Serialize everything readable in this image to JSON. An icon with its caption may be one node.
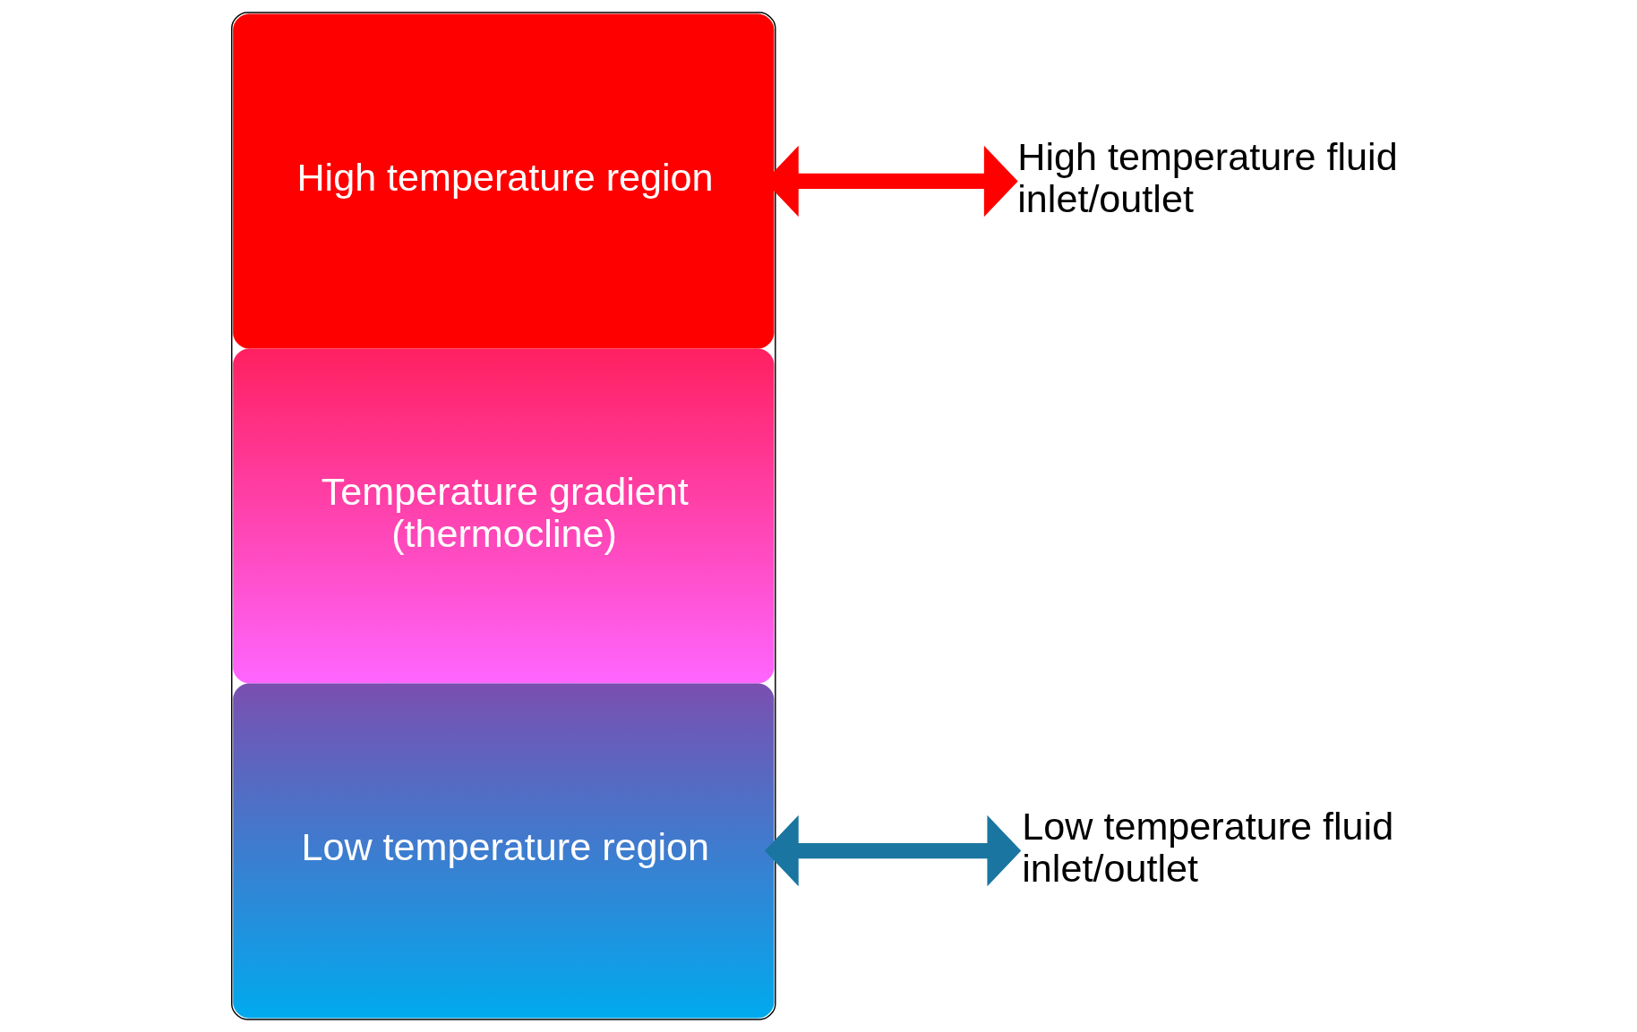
{
  "diagram": {
    "nodes": [
      {
        "text": [
          "High temperature region",
          "Temperature gradient (thermocline)",
          "Low temperature region"
        ]
      },
      {
        "text": [
          "High temperature fluid inlet/outlet"
        ]
      },
      {
        "text": [
          "Low temperature fluid inlet/outlet"
        ]
      }
    ],
    "edges": [
      {
        "from": 0,
        "to": 1,
        "arrow": "both",
        "color": "#ff0000"
      },
      {
        "from": 0,
        "to": 2,
        "arrow": "both",
        "color": "#1a75a0"
      }
    ]
  }
}
